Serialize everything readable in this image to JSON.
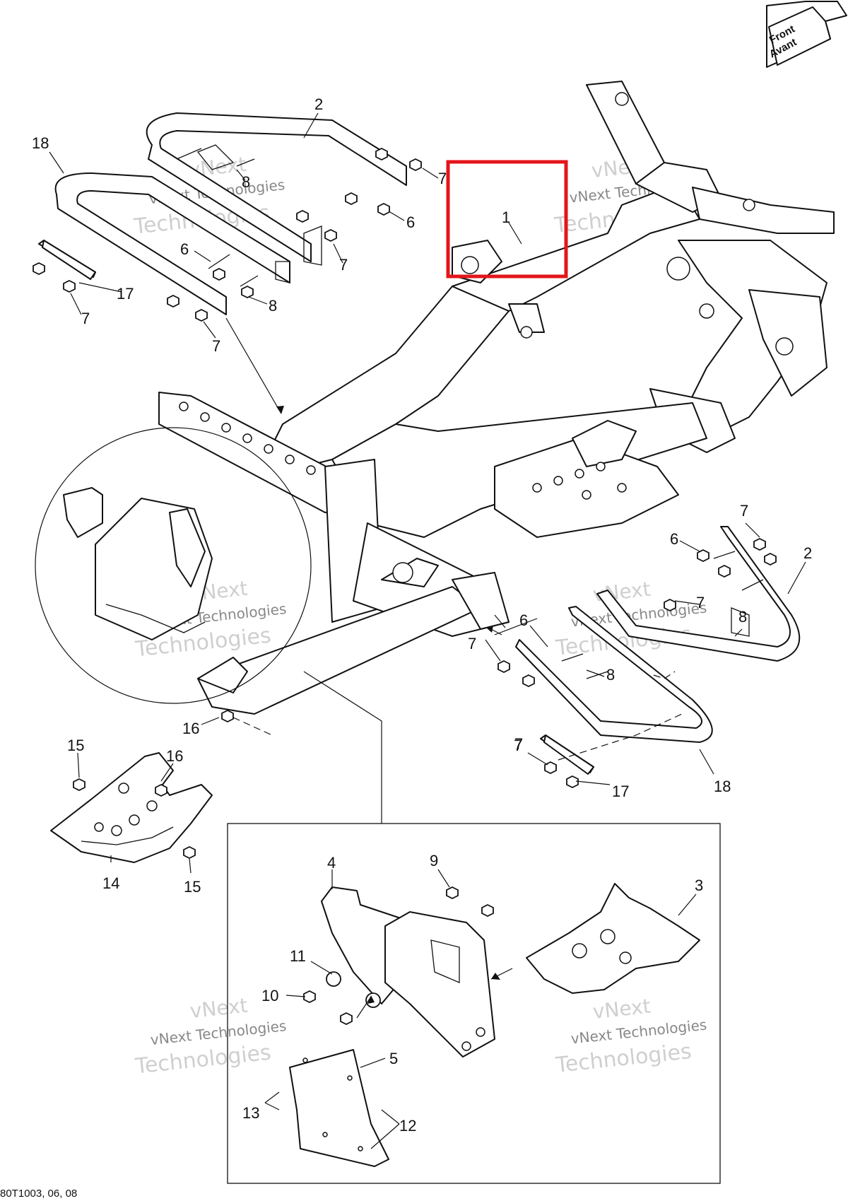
{
  "diagram": {
    "front_label_line1": "Front",
    "front_label_line2": "Avant",
    "reference_code": "80T1003, 06, 08",
    "highlight_color": "#e3161b",
    "watermark": {
      "line1": "vNext",
      "line2": "vNext Technologies",
      "line3": "Technologies"
    },
    "callouts": [
      {
        "label": "1"
      },
      {
        "label": "2"
      },
      {
        "label": "18"
      },
      {
        "label": "8"
      },
      {
        "label": "7"
      },
      {
        "label": "6"
      },
      {
        "label": "7"
      },
      {
        "label": "6"
      },
      {
        "label": "7"
      },
      {
        "label": "17"
      },
      {
        "label": "7"
      },
      {
        "label": "8"
      },
      {
        "label": "7"
      },
      {
        "label": "7"
      },
      {
        "label": "6"
      },
      {
        "label": "2"
      },
      {
        "label": "7"
      },
      {
        "label": "6"
      },
      {
        "label": "8"
      },
      {
        "label": "7"
      },
      {
        "label": "8"
      },
      {
        "label": "16"
      },
      {
        "label": "15"
      },
      {
        "label": "16"
      },
      {
        "label": "14"
      },
      {
        "label": "15"
      },
      {
        "label": "7"
      },
      {
        "label": "17"
      },
      {
        "label": "18"
      },
      {
        "label": "4"
      },
      {
        "label": "9"
      },
      {
        "label": "3"
      },
      {
        "label": "11"
      },
      {
        "label": "10"
      },
      {
        "label": "5"
      },
      {
        "label": "13"
      },
      {
        "label": "12"
      }
    ]
  }
}
